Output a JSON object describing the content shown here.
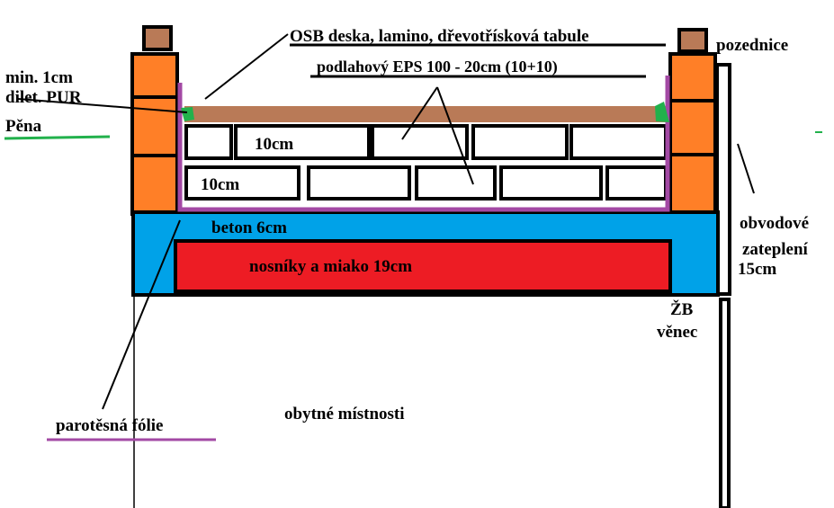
{
  "labels": {
    "osb": "OSB deska, lamino, dřevotřísková tabule",
    "pozednice": "pozednice",
    "min": "min. 1cm",
    "dilet": "dilet. PUR",
    "pena": "Pěna",
    "eps": "podlahový EPS 100 - 20cm (10+10)",
    "eps_top": "10cm",
    "eps_bottom": "10cm",
    "beton": "beton 6cm",
    "nosniky": "nosníky a miako 19cm",
    "obvodove": "obvodové",
    "zatepleni": "zateplení",
    "zat_thickness": "15cm",
    "zb": "ŽB",
    "venec": "věnec",
    "parotesna": "parotěsná fólie",
    "obytne": "obytné místnosti"
  },
  "colors": {
    "brick": "#ff7f27",
    "brick_cap": "#b97a57",
    "osb": "#b97a57",
    "concrete": "#00a2e8",
    "beams": "#ed1c24",
    "vapor_barrier": "#a349a4",
    "pur_foam": "#22b14c",
    "outline": "#000000",
    "eps": "#ffffff"
  }
}
